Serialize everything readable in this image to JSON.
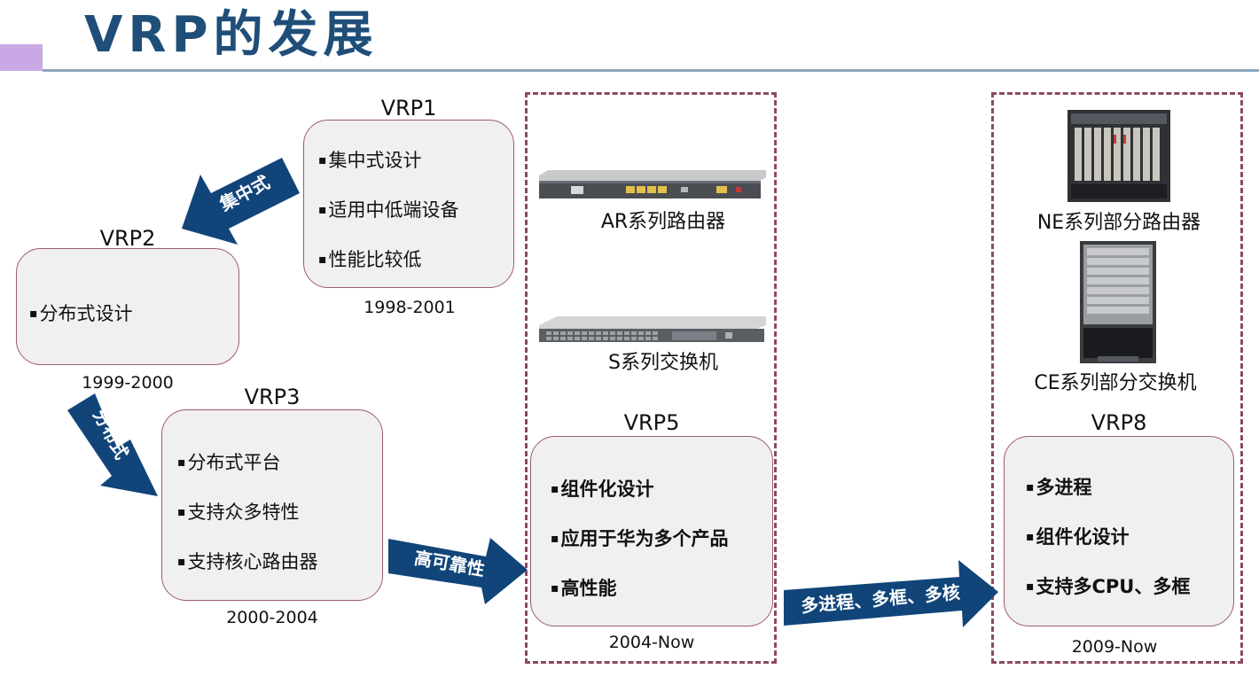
{
  "title": "VRP的发展",
  "versions": {
    "vrp1": {
      "name": "VRP1",
      "year": "1998-2001",
      "bullets": [
        "集中式设计",
        "适用中低端设备",
        "性能比较低"
      ]
    },
    "vrp2": {
      "name": "VRP2",
      "year": "1999-2000",
      "bullets": [
        "分布式设计"
      ]
    },
    "vrp3": {
      "name": "VRP3",
      "year": "2000-2004",
      "bullets": [
        "分布式平台",
        "支持众多特性",
        "支持核心路由器"
      ]
    },
    "vrp5": {
      "name": "VRP5",
      "year": "2004-Now",
      "bullets": [
        "组件化设计",
        "应用于华为多个产品",
        "高性能"
      ]
    },
    "vrp8": {
      "name": "VRP8",
      "year": "2009-Now",
      "bullets": [
        "多进程",
        "组件化设计",
        "支持多CPU、多框"
      ]
    }
  },
  "arrows": {
    "centralized": "集中式",
    "distributed": "分布式",
    "high_reliability": "高可靠性",
    "multi": "多进程、多框、多核"
  },
  "devices": {
    "ar_router": "AR系列路由器",
    "s_switch": "S系列交换机",
    "ne_router": "NE系列部分路由器",
    "ce_switch": "CE系列部分交换机"
  },
  "colors": {
    "title": "#1f4e79",
    "arrow": "#11457a",
    "box_fill": "#f1f0f0",
    "box_border": "#9b5b70",
    "dashed_border": "#8a4a66",
    "accent": "#c9a8e6"
  }
}
